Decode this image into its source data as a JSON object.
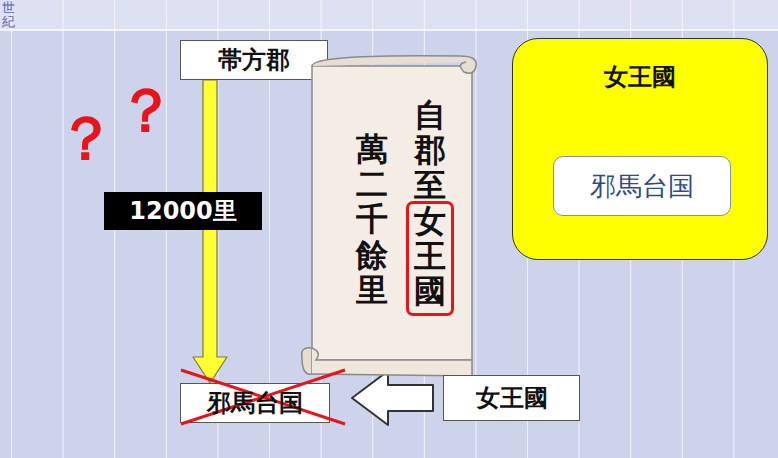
{
  "diagram": {
    "nodes": [
      {
        "text": [
          "帯方郡"
        ]
      },
      {
        "text": [
          "自郡至女王國",
          "萬二千餘里"
        ]
      },
      {
        "text": [
          "女王國"
        ]
      },
      {
        "text": [
          "邪馬台国"
        ],
        "in": 2
      },
      {
        "text": [
          "邪馬台国"
        ]
      },
      {
        "text": [
          "女王國"
        ]
      }
    ],
    "edges": [
      {
        "from": 0,
        "to": 4,
        "arrow": "to",
        "label": "12000里"
      },
      {
        "from": 5,
        "to": 4,
        "arrow": "to"
      }
    ],
    "labels": [
      "世紀",
      "？",
      "？"
    ]
  }
}
